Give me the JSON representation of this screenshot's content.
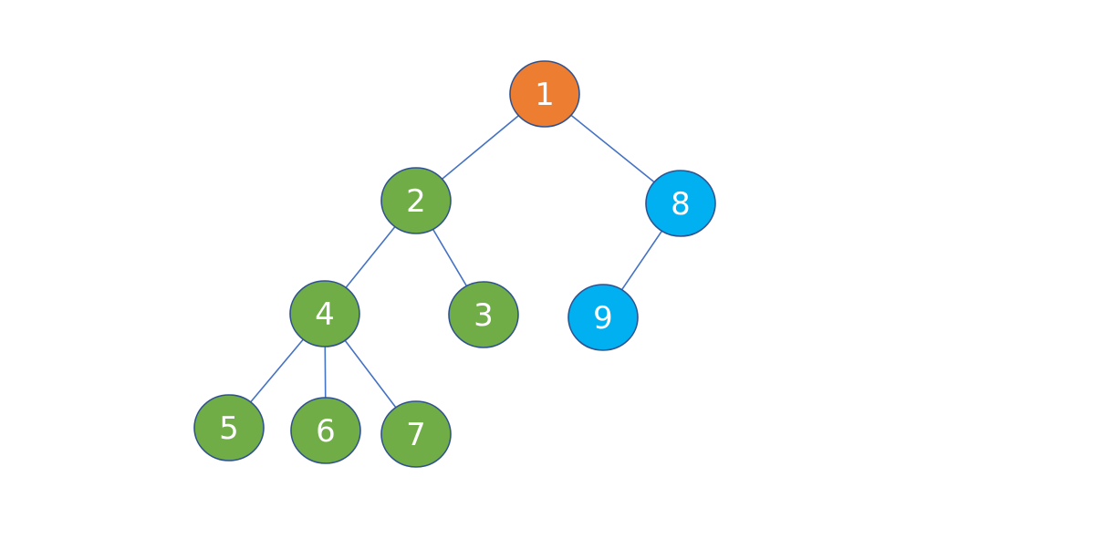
{
  "colors": {
    "root": "#ed7d31",
    "left_subtree": "#70ad47",
    "right_subtree": "#00b0f0",
    "edge": "#4472c4",
    "node_border": "#2f528f",
    "label": "#ffffff"
  },
  "nodes": [
    {
      "id": "n1",
      "label": "1",
      "group": "root"
    },
    {
      "id": "n2",
      "label": "2",
      "group": "left_subtree"
    },
    {
      "id": "n8",
      "label": "8",
      "group": "right_subtree"
    },
    {
      "id": "n4",
      "label": "4",
      "group": "left_subtree"
    },
    {
      "id": "n3",
      "label": "3",
      "group": "left_subtree"
    },
    {
      "id": "n9",
      "label": "9",
      "group": "right_subtree"
    },
    {
      "id": "n5",
      "label": "5",
      "group": "left_subtree"
    },
    {
      "id": "n6",
      "label": "6",
      "group": "left_subtree"
    },
    {
      "id": "n7",
      "label": "7",
      "group": "left_subtree"
    }
  ],
  "edges": [
    {
      "from": "n1",
      "to": "n2"
    },
    {
      "from": "n1",
      "to": "n8"
    },
    {
      "from": "n2",
      "to": "n4"
    },
    {
      "from": "n2",
      "to": "n3"
    },
    {
      "from": "n8",
      "to": "n9"
    },
    {
      "from": "n4",
      "to": "n5"
    },
    {
      "from": "n4",
      "to": "n6"
    },
    {
      "from": "n4",
      "to": "n7"
    }
  ]
}
